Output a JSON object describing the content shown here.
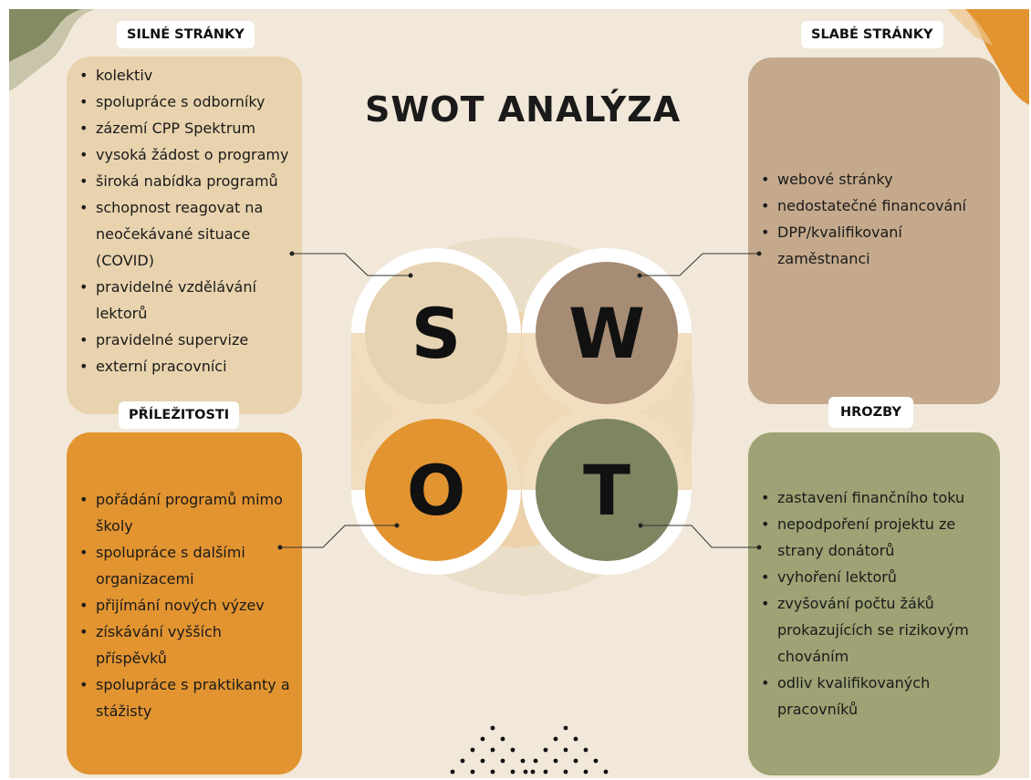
{
  "title": "SWOT ANALÝZA",
  "colors": {
    "background": "#f1e8d9",
    "strengths": "#e8d3ae",
    "weaknesses": "#c4a98c",
    "opportunities": "#e29431",
    "threats": "#9ea274",
    "s_circle": "#e6d3b1",
    "w_circle": "#a68c74",
    "o_circle": "#e29431",
    "t_circle": "#7d8561"
  },
  "quadrants": {
    "strengths": {
      "label": "SILNÉ STRÁNKY",
      "letter": "S",
      "items": [
        "kolektiv",
        "spolupráce s odborníky",
        "zázemí CPP Spektrum",
        "vysoká žádost o programy",
        "široká nabídka programů",
        "schopnost reagovat na neočekávané situace (COVID)",
        "pravidelné vzdělávání lektorů",
        "pravidelné supervize",
        "externí pracovníci"
      ]
    },
    "weaknesses": {
      "label": "SLABÉ STRÁNKY",
      "letter": "W",
      "items": [
        "webové stránky",
        "nedostatečné financování",
        "DPP/kvalifikovaní zaměstnanci"
      ]
    },
    "opportunities": {
      "label": "PŘÍLEŽITOSTI",
      "letter": "O",
      "items": [
        "pořádání programů mimo školy",
        "spolupráce s dalšími organizacemi",
        "přijímání nových výzev",
        "získávání vyšších příspěvků",
        "spolupráce s praktikanty a stážisty"
      ]
    },
    "threats": {
      "label": "HROZBY",
      "letter": "T",
      "items": [
        "zastavení finančního toku",
        "nepodpoření projektu ze strany donátorů",
        "vyhoření lektorů",
        "zvyšování počtu žáků prokazujících se rizikovým chováním",
        "odliv kvalifikovaných pracovníků"
      ]
    }
  }
}
